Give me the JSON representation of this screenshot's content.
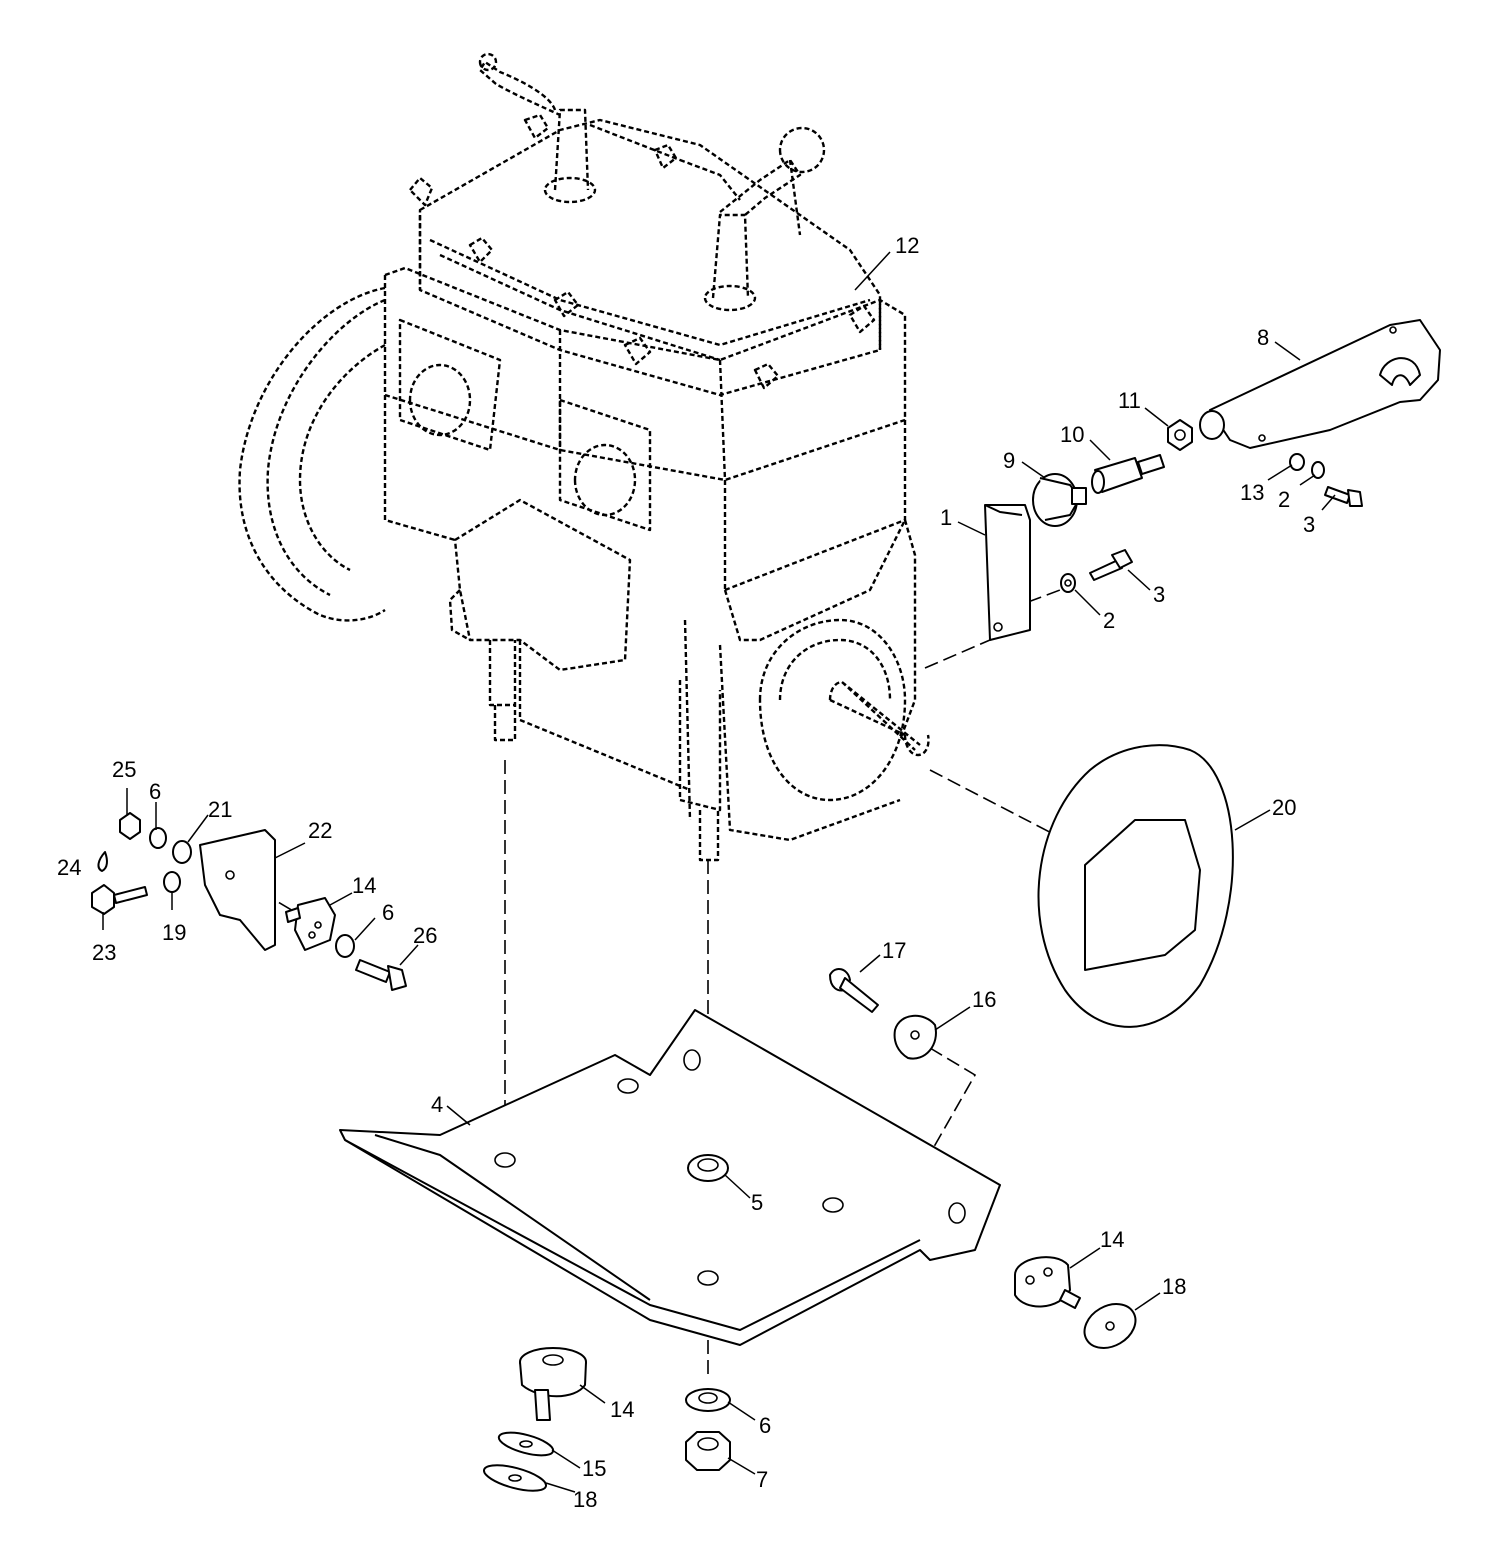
{
  "callouts": [
    {
      "id": "c12",
      "text": "12"
    },
    {
      "id": "c8",
      "text": "8"
    },
    {
      "id": "c11",
      "text": "11"
    },
    {
      "id": "c10",
      "text": "10"
    },
    {
      "id": "c9",
      "text": "9"
    },
    {
      "id": "c1",
      "text": "1"
    },
    {
      "id": "c13",
      "text": "13"
    },
    {
      "id": "c2a",
      "text": "2"
    },
    {
      "id": "c3a",
      "text": "3"
    },
    {
      "id": "c3b",
      "text": "3"
    },
    {
      "id": "c2b",
      "text": "2"
    },
    {
      "id": "c20",
      "text": "20"
    },
    {
      "id": "c25",
      "text": "25"
    },
    {
      "id": "c6a",
      "text": "6"
    },
    {
      "id": "c21",
      "text": "21"
    },
    {
      "id": "c22",
      "text": "22"
    },
    {
      "id": "c24",
      "text": "24"
    },
    {
      "id": "c14a",
      "text": "14"
    },
    {
      "id": "c6b",
      "text": "6"
    },
    {
      "id": "c26",
      "text": "26"
    },
    {
      "id": "c23",
      "text": "23"
    },
    {
      "id": "c19",
      "text": "19"
    },
    {
      "id": "c17",
      "text": "17"
    },
    {
      "id": "c16",
      "text": "16"
    },
    {
      "id": "c4",
      "text": "4"
    },
    {
      "id": "c5",
      "text": "5"
    },
    {
      "id": "c14b",
      "text": "14"
    },
    {
      "id": "c18a",
      "text": "18"
    },
    {
      "id": "c14c",
      "text": "14"
    },
    {
      "id": "c6c",
      "text": "6"
    },
    {
      "id": "c15",
      "text": "15"
    },
    {
      "id": "c7",
      "text": "7"
    },
    {
      "id": "c18b",
      "text": "18"
    }
  ]
}
